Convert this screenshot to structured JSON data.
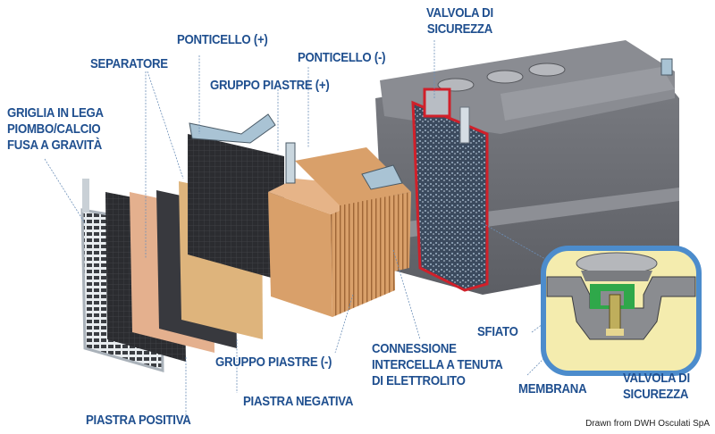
{
  "diagram": {
    "subject": "Lead-acid battery exploded view",
    "label_color": "#1f4f8f",
    "labels": {
      "griglia": [
        "GRIGLIA IN LEGA",
        "PIOMBO/CALCIO",
        "FUSA A GRAVITÀ"
      ],
      "separatore": "SEPARATORE",
      "ponticello_pos": "PONTICELLO (+)",
      "gruppo_piastre_pos": "GRUPPO PIASTRE (+)",
      "ponticello_neg": "PONTICELLO (-)",
      "valvola_top": [
        "VALVOLA DI",
        "SICUREZZA"
      ],
      "gruppo_piastre_neg": "GRUPPO PIASTRE (-)",
      "piastra_negativa": "PIASTRA NEGATIVA",
      "piastra_positiva": "PIASTRA POSITIVA",
      "connessione": [
        "CONNESSIONE",
        "INTERCELLA A TENUTA",
        "DI ELETTROLITO"
      ],
      "sfiato": "SFIATO",
      "membrana": "MEMBRANA",
      "valvola_inset": [
        "VALVOLA DI",
        "SICUREZZA"
      ]
    },
    "credit": "Drawn from DWH Osculati SpA",
    "colors": {
      "battery_case": "#6e7076",
      "battery_lid": "#8a8c92",
      "cutaway_red": "#d0202a",
      "grid_silver": "#c9d0d6",
      "plate_dark": "#2b2c30",
      "separator_pink": "#e4b08e",
      "plate_tan": "#deb47c",
      "inset_border": "#4c8ccc",
      "inset_yellow": "#f4ecae",
      "membrane_green": "#2fa84a"
    }
  }
}
